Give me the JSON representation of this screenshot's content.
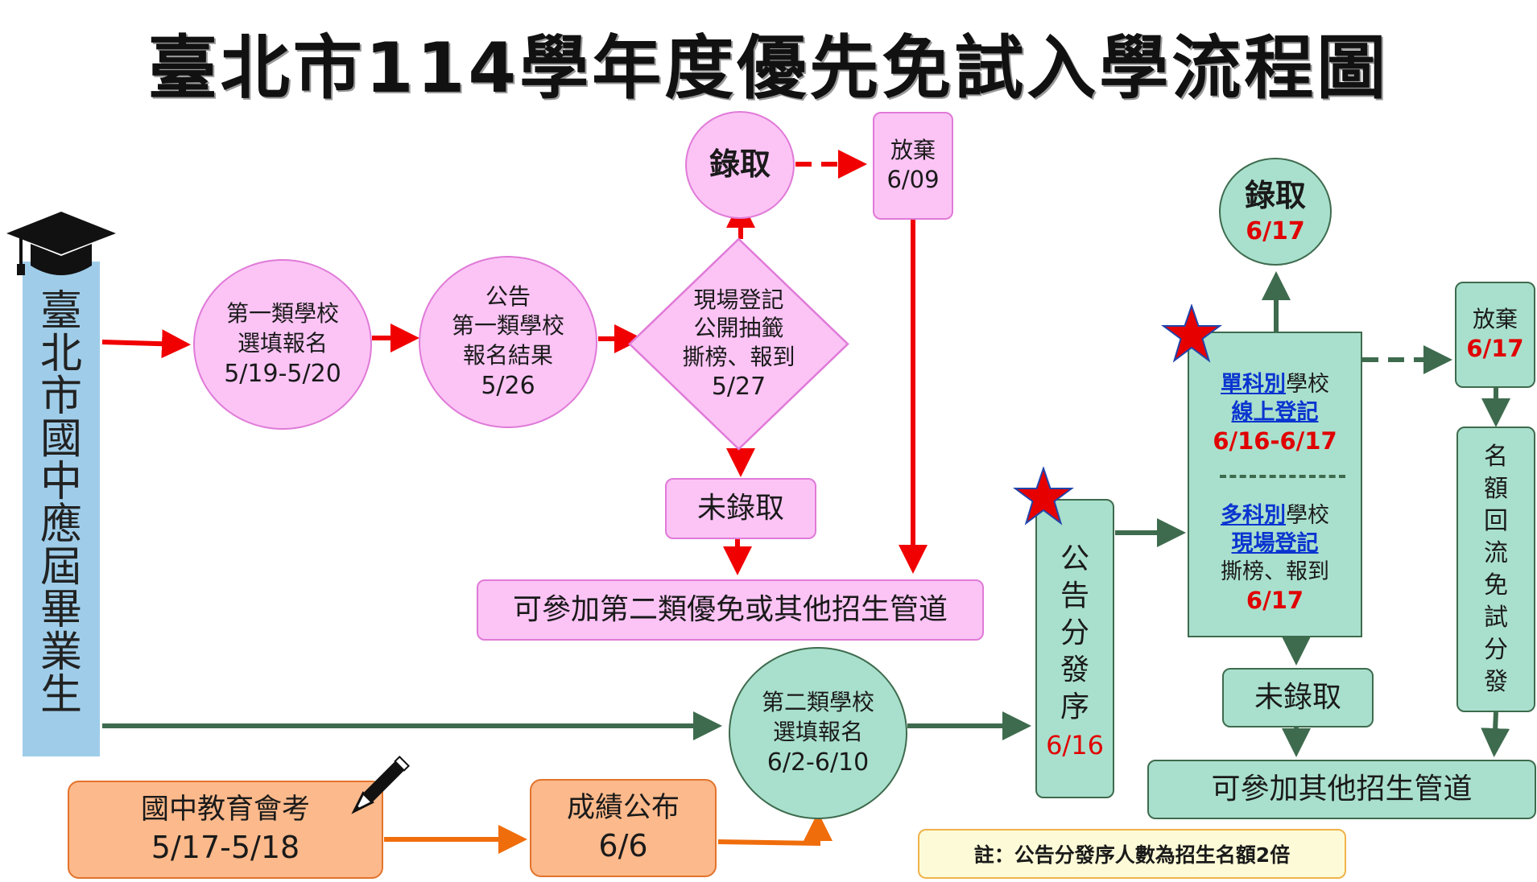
{
  "title": "臺北市114學年度優先免試入學流程圖",
  "student": {
    "label": "臺北市國中應屆畢業生"
  },
  "stage1": {
    "register": {
      "lines": [
        "第一類學校",
        "選填報名",
        "5/19-5/20"
      ]
    },
    "announce": {
      "lines": [
        "公告",
        "第一類學校",
        "報名結果",
        "5/26"
      ]
    },
    "lottery": {
      "lines": [
        "現場登記",
        "公開抽籤",
        "撕榜、報到",
        "5/27"
      ]
    },
    "admitted": {
      "label": "錄取"
    },
    "giveup": {
      "label": "放棄",
      "date": "6/09"
    },
    "not_admitted": {
      "label": "未錄取"
    },
    "next": {
      "label": "可參加第二類優免或其他招生管道"
    }
  },
  "exam": {
    "cap": {
      "label": "國中教育會考",
      "date": "5/17-5/18"
    },
    "score": {
      "label": "成績公布",
      "date": "6/6"
    }
  },
  "stage2": {
    "register": {
      "lines": [
        "第二類學校",
        "選填報名",
        "6/2-6/10"
      ]
    },
    "order": {
      "label": "公告分發序",
      "date": "6/16"
    },
    "single": {
      "link1": "單科別",
      "text1": "學校",
      "link2": "線上登記",
      "date": "6/16-6/17"
    },
    "multi": {
      "link1": "多科別",
      "text1": "學校",
      "link2": "現場登記",
      "line3": "撕榜、報到",
      "date": "6/17"
    },
    "admitted": {
      "label": "錄取",
      "date": "6/17"
    },
    "giveup": {
      "label": "放棄",
      "date": "6/17"
    },
    "reflow": {
      "label": "名額回流免試分發"
    },
    "not_admitted": {
      "label": "未錄取"
    },
    "next": {
      "label": "可參加其他招生管道"
    }
  },
  "note": "註：公告分發序人數為招生名額2倍",
  "colors": {
    "pink_fill": "#fbc4f5",
    "pink_border": "#e07ad8",
    "green_fill": "#a9e0cd",
    "green_border": "#3e6b4e",
    "orange_fill": "#fcb98b",
    "orange_border": "#e2732c",
    "red_arrow": "#f00000",
    "green_arrow": "#3e6b4e",
    "orange_arrow": "#f06d0c",
    "student_bar": "#9fcde9",
    "star": "#e60000",
    "date_red": "#e00000",
    "link_blue": "#0b35d0"
  },
  "icons": [
    "graduation-cap-icon",
    "pencil-icon",
    "star-icon"
  ]
}
